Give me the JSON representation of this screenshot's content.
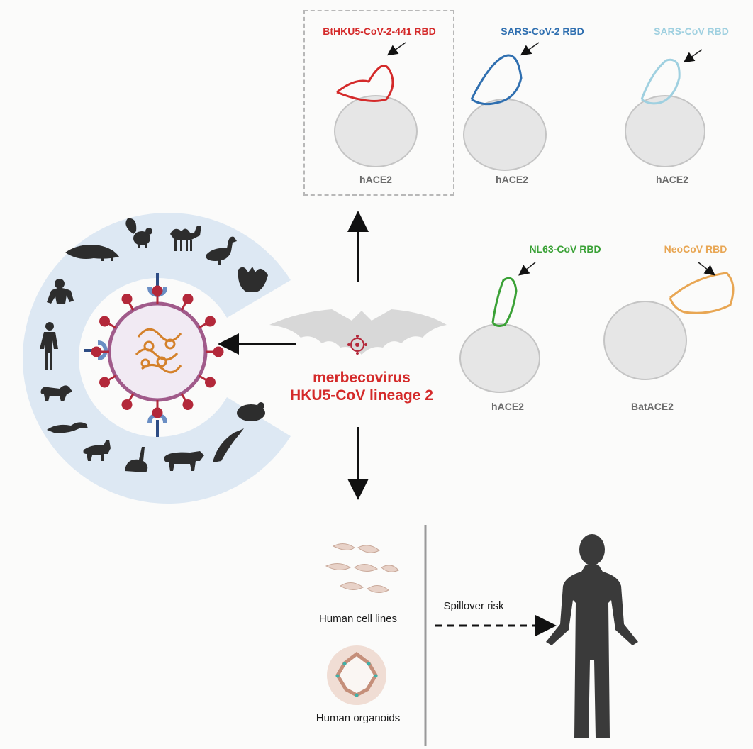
{
  "colors": {
    "red": "#d42a2a",
    "blue": "#2f6fb0",
    "light_blue": "#9fd0e0",
    "green": "#3aa136",
    "orange": "#e8a653",
    "receptor_gray": "#cfcfcf",
    "ring": "#dde8f3"
  },
  "structures": [
    {
      "rbd": "BtHKU5-CoV-2-441 RBD",
      "receptor": "hACE2",
      "color_key": "red"
    },
    {
      "rbd": "SARS-CoV-2 RBD",
      "receptor": "hACE2",
      "color_key": "blue"
    },
    {
      "rbd": "SARS-CoV RBD",
      "receptor": "hACE2",
      "color_key": "light_blue"
    },
    {
      "rbd": "NL63-CoV RBD",
      "receptor": "hACE2",
      "color_key": "green"
    },
    {
      "rbd": "NeoCoV RBD",
      "receptor": "BatACE2",
      "color_key": "orange"
    }
  ],
  "virus": {
    "line1": "merbecovirus",
    "line2": "HKU5-CoV lineage 2"
  },
  "models": {
    "cell_lines": "Human cell lines",
    "organoids": "Human organoids"
  },
  "spillover": "Spillover risk",
  "icons": [
    "pangolin-icon",
    "squirrel-icon",
    "camel-icon",
    "duck-icon",
    "bat-icon",
    "ape-icon",
    "human-icon",
    "dog-icon",
    "ferret-icon",
    "goat-icon",
    "rabbit-icon",
    "cow-icon",
    "dolphin-icon",
    "hamster-icon",
    "receptor-icon",
    "coronavirus-icon",
    "cell-icon",
    "organoid-icon",
    "person-icon"
  ]
}
